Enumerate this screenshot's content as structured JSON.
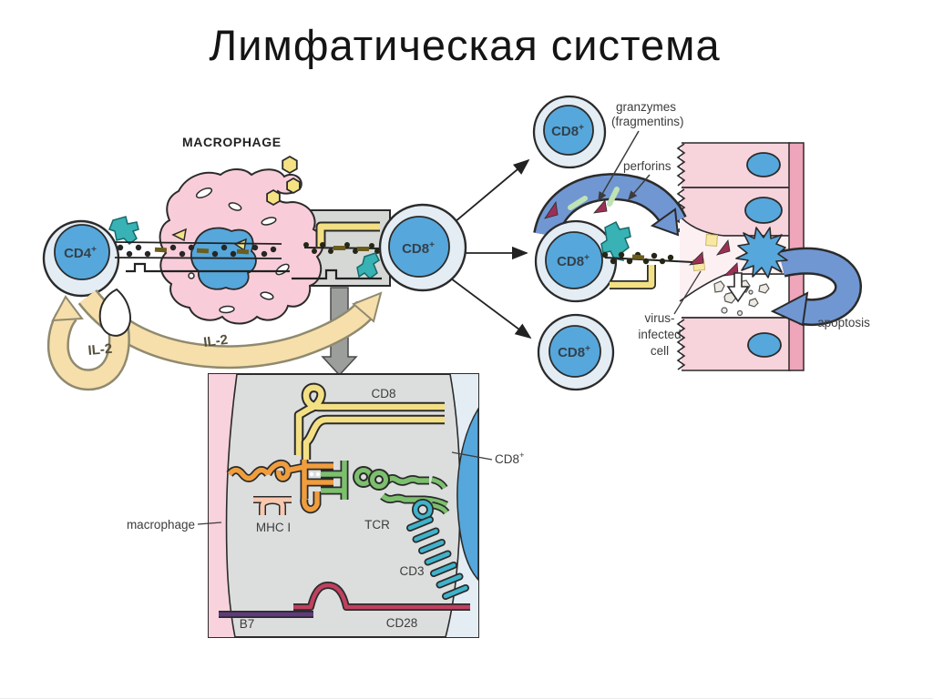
{
  "slide": {
    "title": "Лимфатическая система"
  },
  "colors": {
    "background": "#ffffff",
    "cell_nucleus_blue": "#56a7db",
    "cell_ring": "#e4edf4",
    "macrophage_pink": "#f8cdd9",
    "tissue_pink": "#f7d3dc",
    "tissue_membrane_pink": "#efa5ba",
    "il2_arrow_tan": "#f6dfab",
    "secretion_arrow_blue": "#7097d2",
    "receptor_teal": "#38b2b4",
    "molecule_yellow": "#f3e084",
    "molecule_orange": "#f09d3e",
    "molecule_green": "#7cc06e",
    "molecule_cyan": "#3fb3cb",
    "molecule_crimson": "#c04060",
    "molecule_purple": "#5f3a7e",
    "granzyme_maroon": "#9c2f55",
    "perforin_green": "#bfe3b4",
    "synapse_gray": "#d6d8d5",
    "inset_gray": "#dcdedd"
  },
  "diagram": {
    "macrophage_caption": "MACROPHAGE",
    "cells": {
      "cd4": {
        "base": "CD4",
        "sup": "+"
      },
      "cd8_main": {
        "base": "CD8",
        "sup": "+"
      },
      "cd8_top": {
        "base": "CD8",
        "sup": "+"
      },
      "cd8_mid": {
        "base": "CD8",
        "sup": "+"
      },
      "cd8_bottom": {
        "base": "CD8",
        "sup": "+"
      }
    },
    "cytokines": {
      "il2_autocrine": "IL-2",
      "il2_paracrine": "IL-2"
    },
    "secretion": {
      "granzymes_line1": "granzymes",
      "granzymes_line2": "(fragmentins)",
      "perforins": "perforins"
    },
    "target": {
      "virus_line1": "virus-",
      "virus_line2": "infected",
      "virus_line3": "cell",
      "apoptosis_label": "apoptosis"
    },
    "inset": {
      "cd8_molecule": "CD8",
      "cd8_cell": {
        "base": "CD8",
        "sup": "+"
      },
      "macrophage_label": "macrophage",
      "mhc1": "MHC I",
      "tcr": "TCR",
      "cd3": "CD3",
      "cd28": "CD28",
      "b7": "B7"
    }
  }
}
